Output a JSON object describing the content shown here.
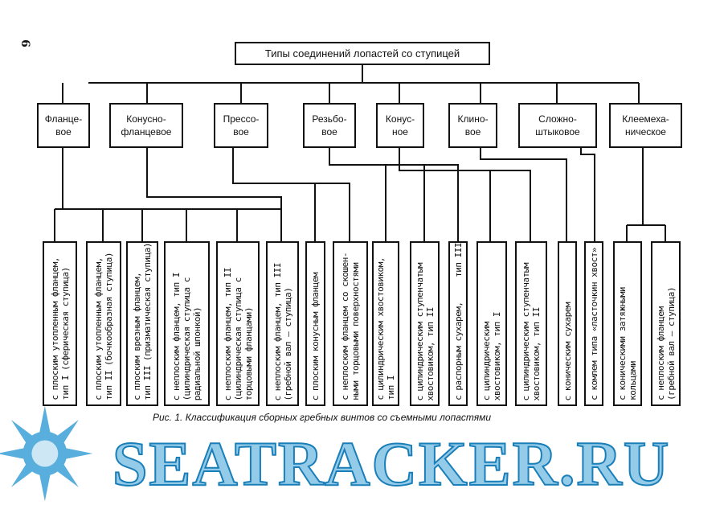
{
  "page_number": "6",
  "title": "Типы соединений лопастей со ступицей",
  "categories": [
    {
      "label": "Фланце-\nвое"
    },
    {
      "label": "Конусно-\nфланцевое"
    },
    {
      "label": "Прессо-\nвое"
    },
    {
      "label": "Резьбо-\nвое"
    },
    {
      "label": "Конус-\nное"
    },
    {
      "label": "Клино-\nвое"
    },
    {
      "label": "Сложно-\nштыковое"
    },
    {
      "label": "Клеемеха-\nническое"
    }
  ],
  "subtypes": [
    "с плоским утопленным фланцем,\nтип I (сферическая ступица)",
    "с плоским утопленным фланцем,\nтип II (бочкообразная ступица)",
    "с плоским врезным фланцем,\nтип III (призматическая ступица)",
    "с неплоским фланцем, тип I\n(цилиндрическая ступица с\nрадиальной шпонкой)",
    "с неплоским фланцем, тип II\n(цилиндрическая ступица с\nторцовыми фланцами)",
    "с неплоским фланцем, тип III\n(гребной вал — ступица)",
    "с плоским конусным фланцем",
    "с неплоским фланцем со скошен-\nными торцовыми поверхностями",
    "с цилиндрическим хвостовиком,\nтип I",
    "с цилиндрическим ступенчатым\nхвостовиком, тип II",
    "с распорным сухарем,     тип III",
    "с цилиндрическим\nхвостовиком, тип I",
    "с цилиндрическим ступенчатым\nхвостовиком, тип II",
    "с коническим сухарем",
    "с комлем типа «ласточкин хвост»",
    "с коническими затяжными\nкольцами",
    "с неплоским фланцем\n(гребной вал — ступица)"
  ],
  "caption": "Рис. 1. Классификация сборных гребных винтов со съемными лопастями",
  "watermark": "SEATRACKER.RU",
  "watermark_color": "#1a7fb8"
}
